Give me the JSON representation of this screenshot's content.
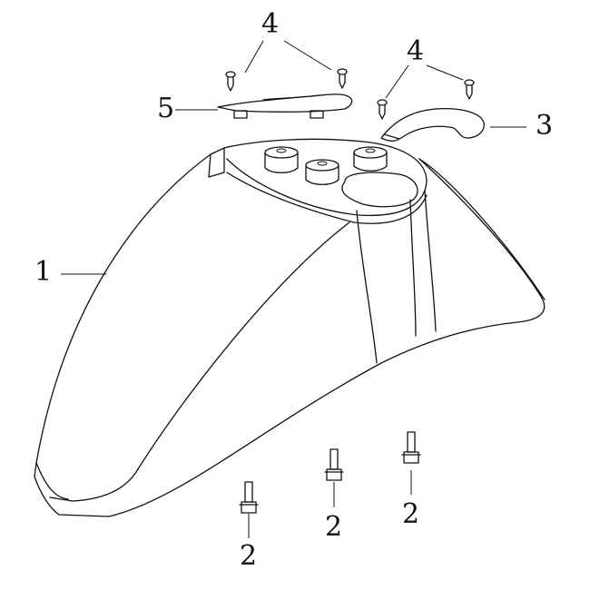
{
  "diagram": {
    "subject": "front-fender-exploded-view",
    "callouts": [
      {
        "id": "c1",
        "label": "1",
        "part": "front fender"
      },
      {
        "id": "c2a",
        "label": "2",
        "part": "flange bolt"
      },
      {
        "id": "c2b",
        "label": "2",
        "part": "flange bolt"
      },
      {
        "id": "c2c",
        "label": "2",
        "part": "flange bolt"
      },
      {
        "id": "c3",
        "label": "3",
        "part": "bracket cover"
      },
      {
        "id": "c4a",
        "label": "4",
        "part": "tapping screws"
      },
      {
        "id": "c4b",
        "label": "4",
        "part": "tapping screws"
      },
      {
        "id": "c5",
        "label": "5",
        "part": "mounting plate"
      }
    ],
    "line_color": "#111111",
    "background": "#ffffff"
  }
}
